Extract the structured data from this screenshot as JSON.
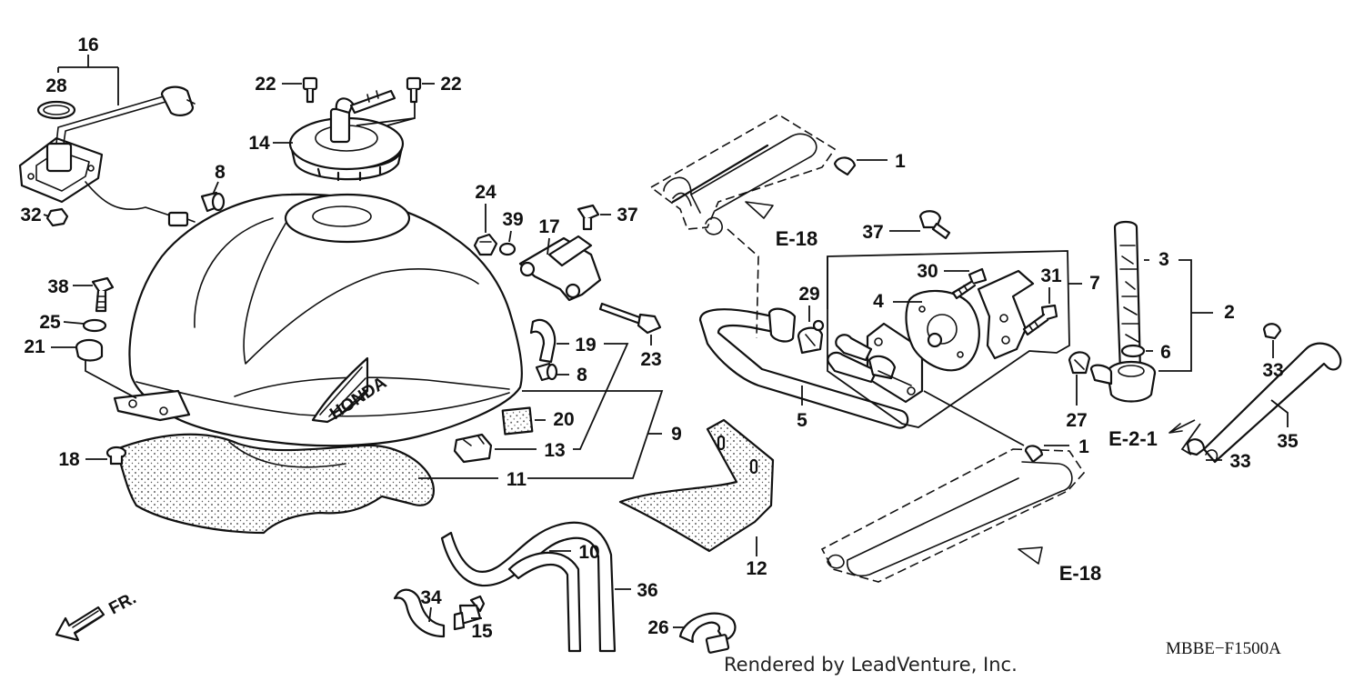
{
  "callouts": {
    "c1a": "1",
    "c1b": "1",
    "c2": "2",
    "c3": "3",
    "c4": "4",
    "c5": "5",
    "c6": "6",
    "c7": "7",
    "c8a": "8",
    "c8b": "8",
    "c9": "9",
    "c10": "10",
    "c11": "11",
    "c12": "12",
    "c13": "13",
    "c14": "14",
    "c15": "15",
    "c16": "16",
    "c17": "17",
    "c18": "18",
    "c19": "19",
    "c20": "20",
    "c21": "21",
    "c22a": "22",
    "c22b": "22",
    "c23": "23",
    "c24": "24",
    "c25": "25",
    "c26": "26",
    "c27": "27",
    "c28": "28",
    "c29": "29",
    "c30": "30",
    "c31": "31",
    "c32": "32",
    "c33a": "33",
    "c33b": "33",
    "c34": "34",
    "c35": "35",
    "c36": "36",
    "c37a": "37",
    "c37b": "37",
    "c38": "38",
    "c39": "39"
  },
  "references": {
    "e18_top": "E-18",
    "e18_bottom": "E-18",
    "e21": "E-2-1"
  },
  "fr_label": "FR.",
  "tank_brand": "HONDA",
  "diagram_code": "MBBE−F1500A",
  "credit": "Rendered by LeadVenture, Inc."
}
